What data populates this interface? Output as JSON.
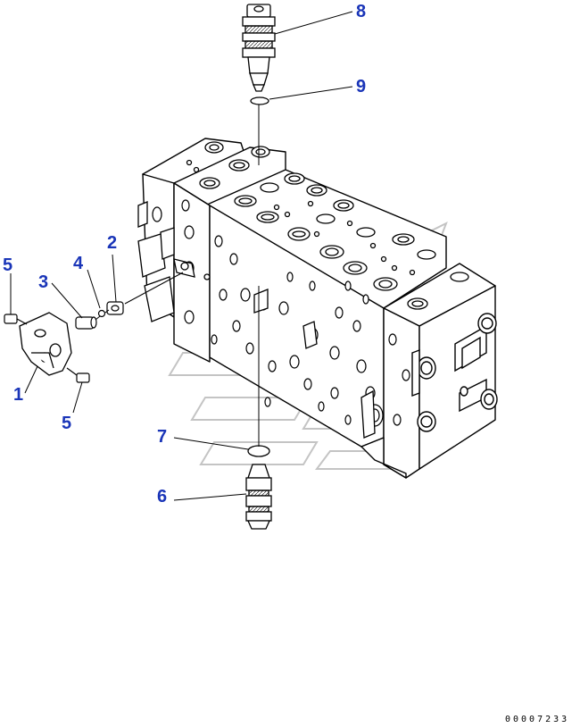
{
  "diagram": {
    "callouts": {
      "c1": "1",
      "c2": "2",
      "c3": "3",
      "c4": "4",
      "c5a": "5",
      "c5b": "5",
      "c6": "6",
      "c7": "7",
      "c8": "8",
      "c9": "9"
    },
    "drawing_number": "00007233",
    "colors": {
      "callout": "#1a35b8",
      "line": "#000000",
      "watermark": "#bdbdbd"
    }
  }
}
